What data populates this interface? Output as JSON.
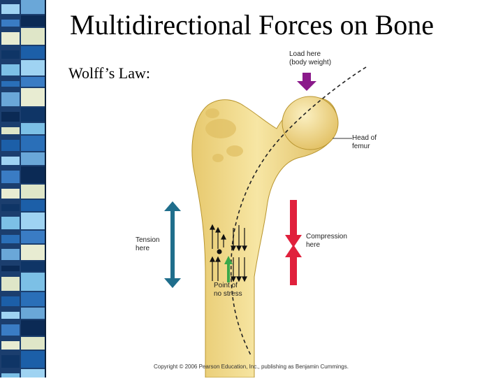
{
  "slide": {
    "title": "Multidirectional Forces on Bone",
    "subtitle": "Wolff’s Law:"
  },
  "figure": {
    "labels": {
      "load_line1": "Load here",
      "load_line2": "(body weight)",
      "head_line1": "Head of",
      "head_line2": "femur",
      "tension_line1": "Tension",
      "tension_line2": "here",
      "compression_line1": "Compression",
      "compression_line2": "here",
      "no_stress_line1": "Point of",
      "no_stress_line2": "no stress"
    },
    "copyright": "Copyright © 2006 Pearson Education, Inc., publishing as Benjamin Cummings."
  },
  "colors": {
    "bone": "#f2dc8c",
    "load_arrow": "#8b1a8b",
    "tension_arrow": "#1f6e8c",
    "compression_arrow": "#e0203c",
    "no_stress_arrow": "#3aa84a"
  }
}
